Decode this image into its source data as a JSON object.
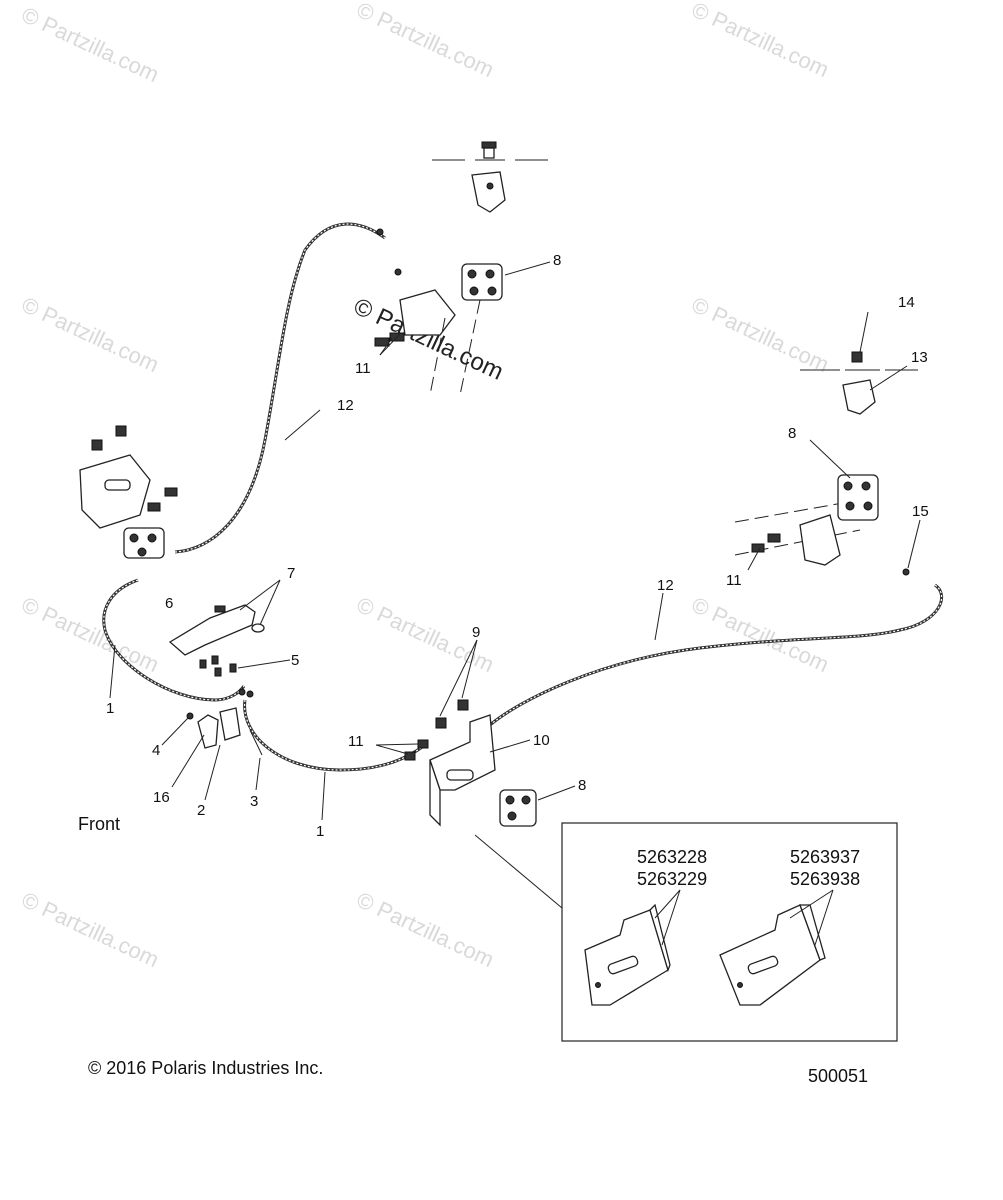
{
  "watermark": {
    "text": "© Partzilla.com",
    "center_text": "© Partzilla.com"
  },
  "labels": {
    "front": "Front",
    "copyright": "© 2016 Polaris Industries Inc.",
    "diagram_number": "500051"
  },
  "callouts": [
    "1",
    "1",
    "2",
    "3",
    "4",
    "5",
    "6",
    "7",
    "8",
    "8",
    "8",
    "9",
    "10",
    "11",
    "11",
    "11",
    "12",
    "12",
    "13",
    "14",
    "15",
    "16"
  ],
  "inset": {
    "part_numbers_left": [
      "5263228",
      "5263229"
    ],
    "part_numbers_right": [
      "5263937",
      "5263938"
    ]
  }
}
